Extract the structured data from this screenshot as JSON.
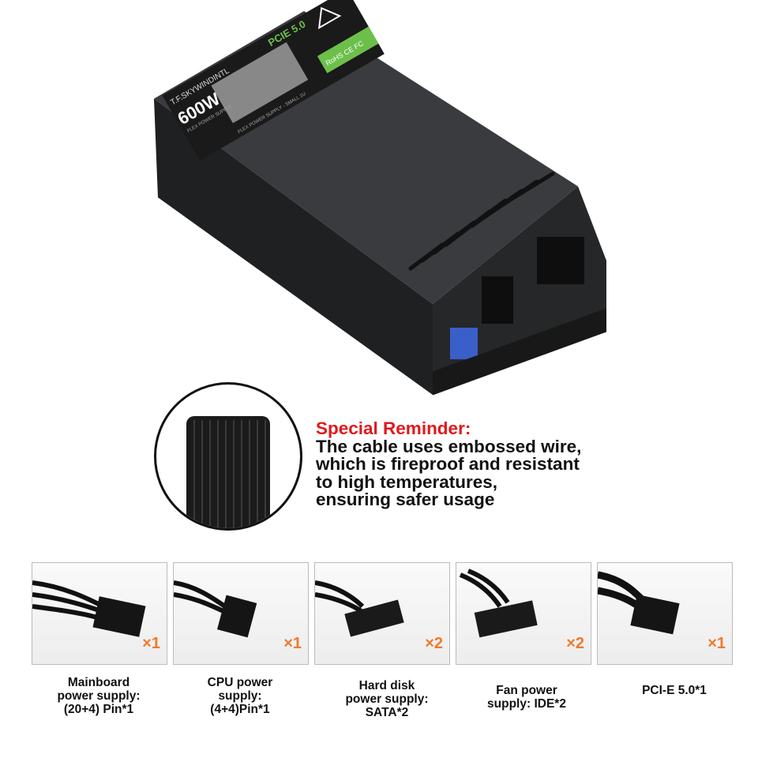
{
  "product": {
    "brand": "T.F.SKYWINDINTL",
    "wattage": "600W",
    "type_line": "FLEX POWER SUPPLY",
    "pcie_badge": "PCIE 5.0",
    "bottom_line": "FLEX POWER SUPPLY - SMALL 1U",
    "cert_strip": "RoHS CE FC",
    "label_accent": "#6cc04a",
    "body_color": "#2b2c2e",
    "connector_accent": "#3a5fc9"
  },
  "reminder": {
    "title": "Special Reminder:",
    "lines": [
      "The cable uses embossed wire,",
      "which is fireproof and resistant",
      "to high temperatures,",
      "ensuring safer usage"
    ],
    "title_color": "#e0191b"
  },
  "cables": [
    {
      "icon": "atx-24pin-connector",
      "multiplier": "×1",
      "caption": [
        "Mainboard",
        "power supply:",
        "(20+4) Pin*1"
      ]
    },
    {
      "icon": "cpu-8pin-connector",
      "multiplier": "×1",
      "caption": [
        "CPU power",
        "supply:",
        "(4+4)Pin*1"
      ]
    },
    {
      "icon": "sata-connector",
      "multiplier": "×2",
      "caption": [
        "Hard disk",
        "power supply:",
        "SATA*2"
      ]
    },
    {
      "icon": "molex-ide-connector",
      "multiplier": "×2",
      "caption": [
        "Fan power",
        "supply: IDE*2"
      ]
    },
    {
      "icon": "pcie-connector",
      "multiplier": "×1",
      "caption": [
        "PCI-E 5.0*1"
      ]
    }
  ],
  "multiplier_color": "#f07a2a"
}
